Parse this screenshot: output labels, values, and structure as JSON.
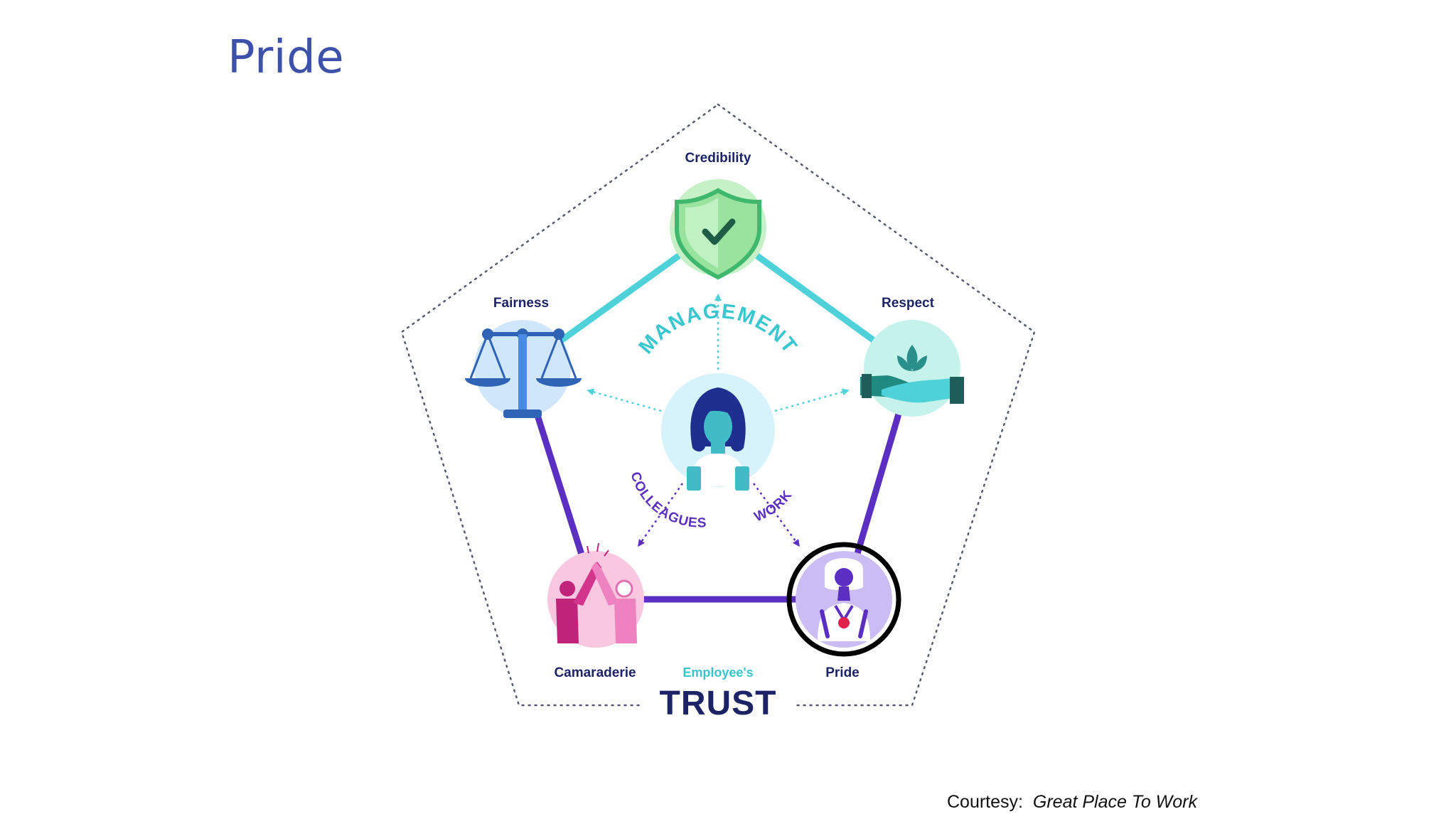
{
  "slide": {
    "title": "Pride"
  },
  "diagram": {
    "nodes": {
      "credibility": "Credibility",
      "fairness": "Fairness",
      "respect": "Respect",
      "camaraderie": "Camaraderie",
      "pride": "Pride"
    },
    "center_arc_text": "MANAGEMENT",
    "colleagues_text": "COLLEAGUES",
    "work_text": "WORK",
    "employees_label": "Employee's",
    "trust_label": "TRUST",
    "highlighted_node": "pride"
  },
  "colors": {
    "title": "#3d51a9",
    "teal_line": "#4fd1d9",
    "purple_line": "#5b2fc2",
    "navy_text": "#1d2466",
    "teal_text": "#38c6cf",
    "highlight_ring": "#000000"
  },
  "courtesy": {
    "prefix": "Courtesy:",
    "source": "Great Place To Work"
  }
}
